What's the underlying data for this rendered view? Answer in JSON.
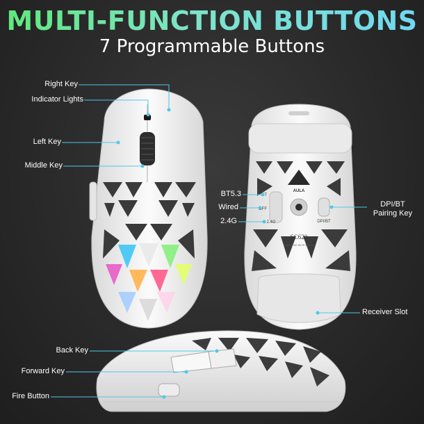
{
  "header": {
    "title": "MULTI-FUNCTION BUTTONS",
    "subtitle": "7 Programmable Buttons"
  },
  "labels": {
    "right_key": "Right Key",
    "indicator_lights": "Indicator Lights",
    "left_key": "Left Key",
    "middle_key": "Middle Key",
    "bt53": "BT5.3",
    "wired": "Wired",
    "g24": "2.4G",
    "dpi_bt": "DPI/BT",
    "pairing_key": "Pairing Key",
    "receiver_slot": "Receiver Slot",
    "back_key": "Back Key",
    "forward_key": "Forward Key",
    "fire_button": "Fire Button"
  },
  "underside": {
    "brand": "AULA",
    "model": "SC620",
    "rating": "Rating: DC 5V ⎓ 300mA",
    "switch_bt": "BT",
    "switch_off": "OFF",
    "switch_24": "2.4G",
    "btn_label": "DPI/BT"
  },
  "colors": {
    "accent_line": "#4ec8e8",
    "title_start": "#5ee87a",
    "title_end": "#6fd8f2",
    "mouse_white": "#f2f2f2"
  }
}
